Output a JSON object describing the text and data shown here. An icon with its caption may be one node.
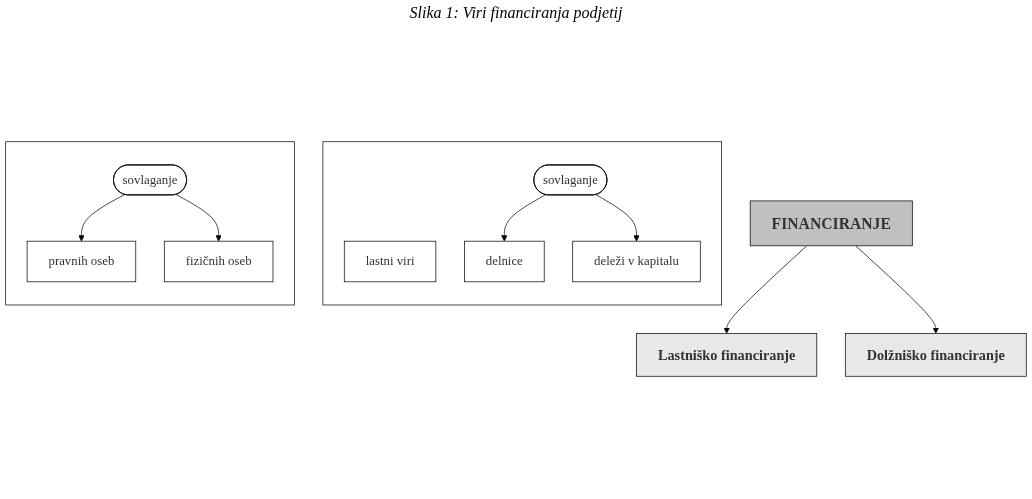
{
  "diagram": {
    "caption": "Slika 1: Viri financiranja podjetij",
    "nodes": [
      {
        "text": [
          "FINANCIRANJE"
        ]
      },
      {
        "text": [
          "Lastniško financiranje"
        ]
      },
      {
        "text": [
          "Dolžniško financiranje"
        ]
      },
      {
        "text": [],
        "shape": "box"
      },
      {
        "text": [
          "lastni viri"
        ],
        "in": 3
      },
      {
        "text": [
          "sovlaganje"
        ],
        "in": 3
      },
      {
        "text": [
          "delnice"
        ],
        "in": 3
      },
      {
        "text": [
          "deleži v kapitalu"
        ],
        "in": 3
      },
      {
        "text": [],
        "shape": "box"
      },
      {
        "text": [
          "sovlaganje"
        ],
        "in": 8
      },
      {
        "text": [
          "pravnih oseb"
        ],
        "in": 8
      },
      {
        "text": [
          "fizičnih oseb"
        ],
        "in": 8
      }
    ],
    "edges": [
      {
        "from": 0,
        "to": 1,
        "arrow": "to"
      },
      {
        "from": 0,
        "to": 2,
        "arrow": "to"
      },
      {
        "from": 5,
        "to": 6,
        "arrow": "to"
      },
      {
        "from": 5,
        "to": 7,
        "arrow": "to"
      },
      {
        "from": 9,
        "to": 10,
        "arrow": "to"
      },
      {
        "from": 9,
        "to": 11,
        "arrow": "to"
      }
    ]
  }
}
